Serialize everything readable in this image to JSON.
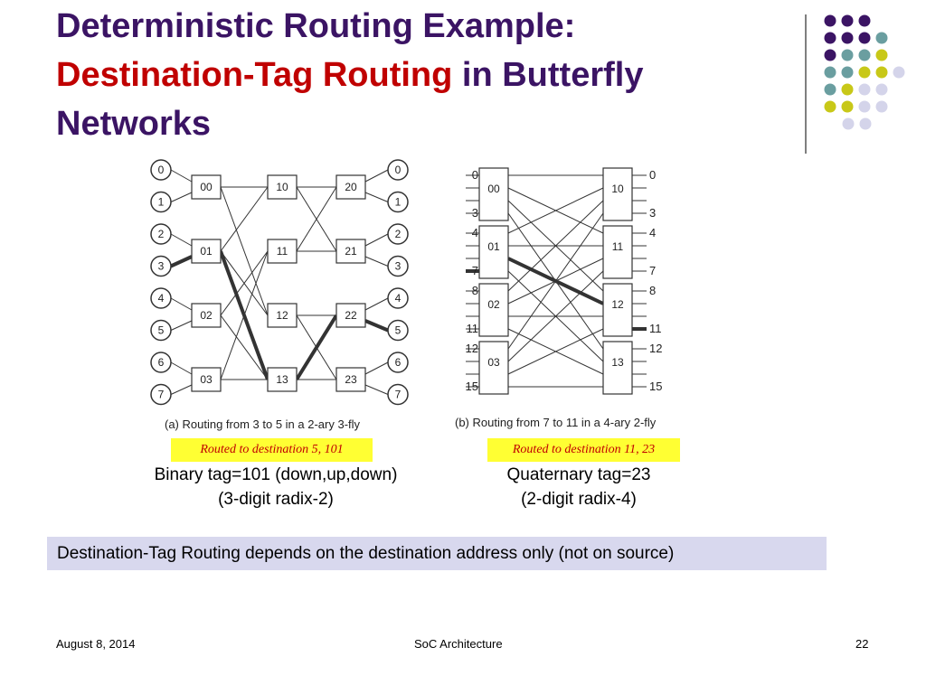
{
  "title": {
    "line1": "Deterministic Routing Example:",
    "highlight": "Destination-Tag Routing",
    "rest": " in Butterfly Networks"
  },
  "colors": {
    "title": "#3b1464",
    "highlight": "#c00000",
    "dot_purple": "#3b1464",
    "dot_teal": "#6a9ea0",
    "dot_yellow": "#c8c818",
    "dot_lavender": "#d4d4ea",
    "tag_bg": "#ffff33",
    "summary_bg": "#d8d8ee"
  },
  "decor_dots": [
    [
      "purple",
      "purple",
      "purple"
    ],
    [
      "purple",
      "purple",
      "purple",
      "teal"
    ],
    [
      "purple",
      "teal",
      "teal",
      "yellow"
    ],
    [
      "teal",
      "teal",
      "yellow",
      "yellow",
      "lavender"
    ],
    [
      "teal",
      "yellow",
      "lavender",
      "lavender"
    ],
    [
      "yellow",
      "yellow",
      "lavender",
      "lavender"
    ],
    [
      "lavender",
      "lavender"
    ]
  ],
  "diagram_a": {
    "terminals_left": [
      "0",
      "1",
      "2",
      "3",
      "4",
      "5",
      "6",
      "7"
    ],
    "terminals_right": [
      "0",
      "1",
      "2",
      "3",
      "4",
      "5",
      "6",
      "7"
    ],
    "stages": [
      [
        "00",
        "01",
        "02",
        "03"
      ],
      [
        "10",
        "11",
        "12",
        "13"
      ],
      [
        "20",
        "21",
        "22",
        "23"
      ]
    ],
    "caption": "(a) Routing from 3 to 5 in a 2-ary 3-fly",
    "tag": "Routed to destination 5, 101"
  },
  "diagram_b": {
    "ports_left": [
      "0",
      "",
      "",
      "3",
      "4",
      "",
      "",
      "7",
      "8",
      "",
      "",
      "11",
      "12",
      "",
      "",
      "15"
    ],
    "ports_right": [
      "0",
      "",
      "",
      "3",
      "4",
      "",
      "",
      "7",
      "8",
      "",
      "",
      "11",
      "12",
      "",
      "",
      "15"
    ],
    "stages": [
      [
        "00",
        "01",
        "02",
        "03"
      ],
      [
        "10",
        "11",
        "12",
        "13"
      ]
    ],
    "caption": "(b) Routing from 7 to 11 in a 4-ary 2-fly",
    "tag": "Routed to destination 11, 23"
  },
  "caption_left": {
    "line1": "Binary tag=101 (down,up,down)",
    "line2": "(3-digit radix-2)"
  },
  "caption_right": {
    "line1": "Quaternary tag=23",
    "line2": "(2-digit radix-4)"
  },
  "summary": "Destination-Tag Routing depends on the destination address only (not on source)",
  "footer": {
    "date": "August 8, 2014",
    "center": "SoC Architecture",
    "page": "22"
  }
}
